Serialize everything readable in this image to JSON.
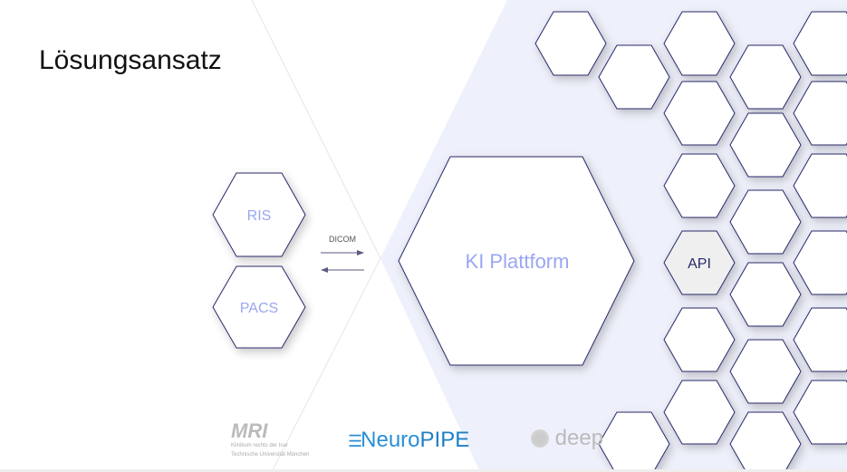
{
  "slide": {
    "title": "Lösungsansatz"
  },
  "nodes": {
    "ris": "RIS",
    "pacs": "PACS",
    "platform": "KI Plattform",
    "api": "API"
  },
  "connection": {
    "label": "DICOM"
  },
  "logos": {
    "mri": "MRI",
    "mri_line1": "Klinikum rechts der Isar",
    "mri_line2": "Technische Universität München",
    "neuropipe_a": "Neuro",
    "neuropipe_b": "PIPE",
    "deep": "deep"
  },
  "colors": {
    "accent": "#9aa6f2",
    "band": "#eef0fb",
    "outline": "#2a2a6a"
  }
}
